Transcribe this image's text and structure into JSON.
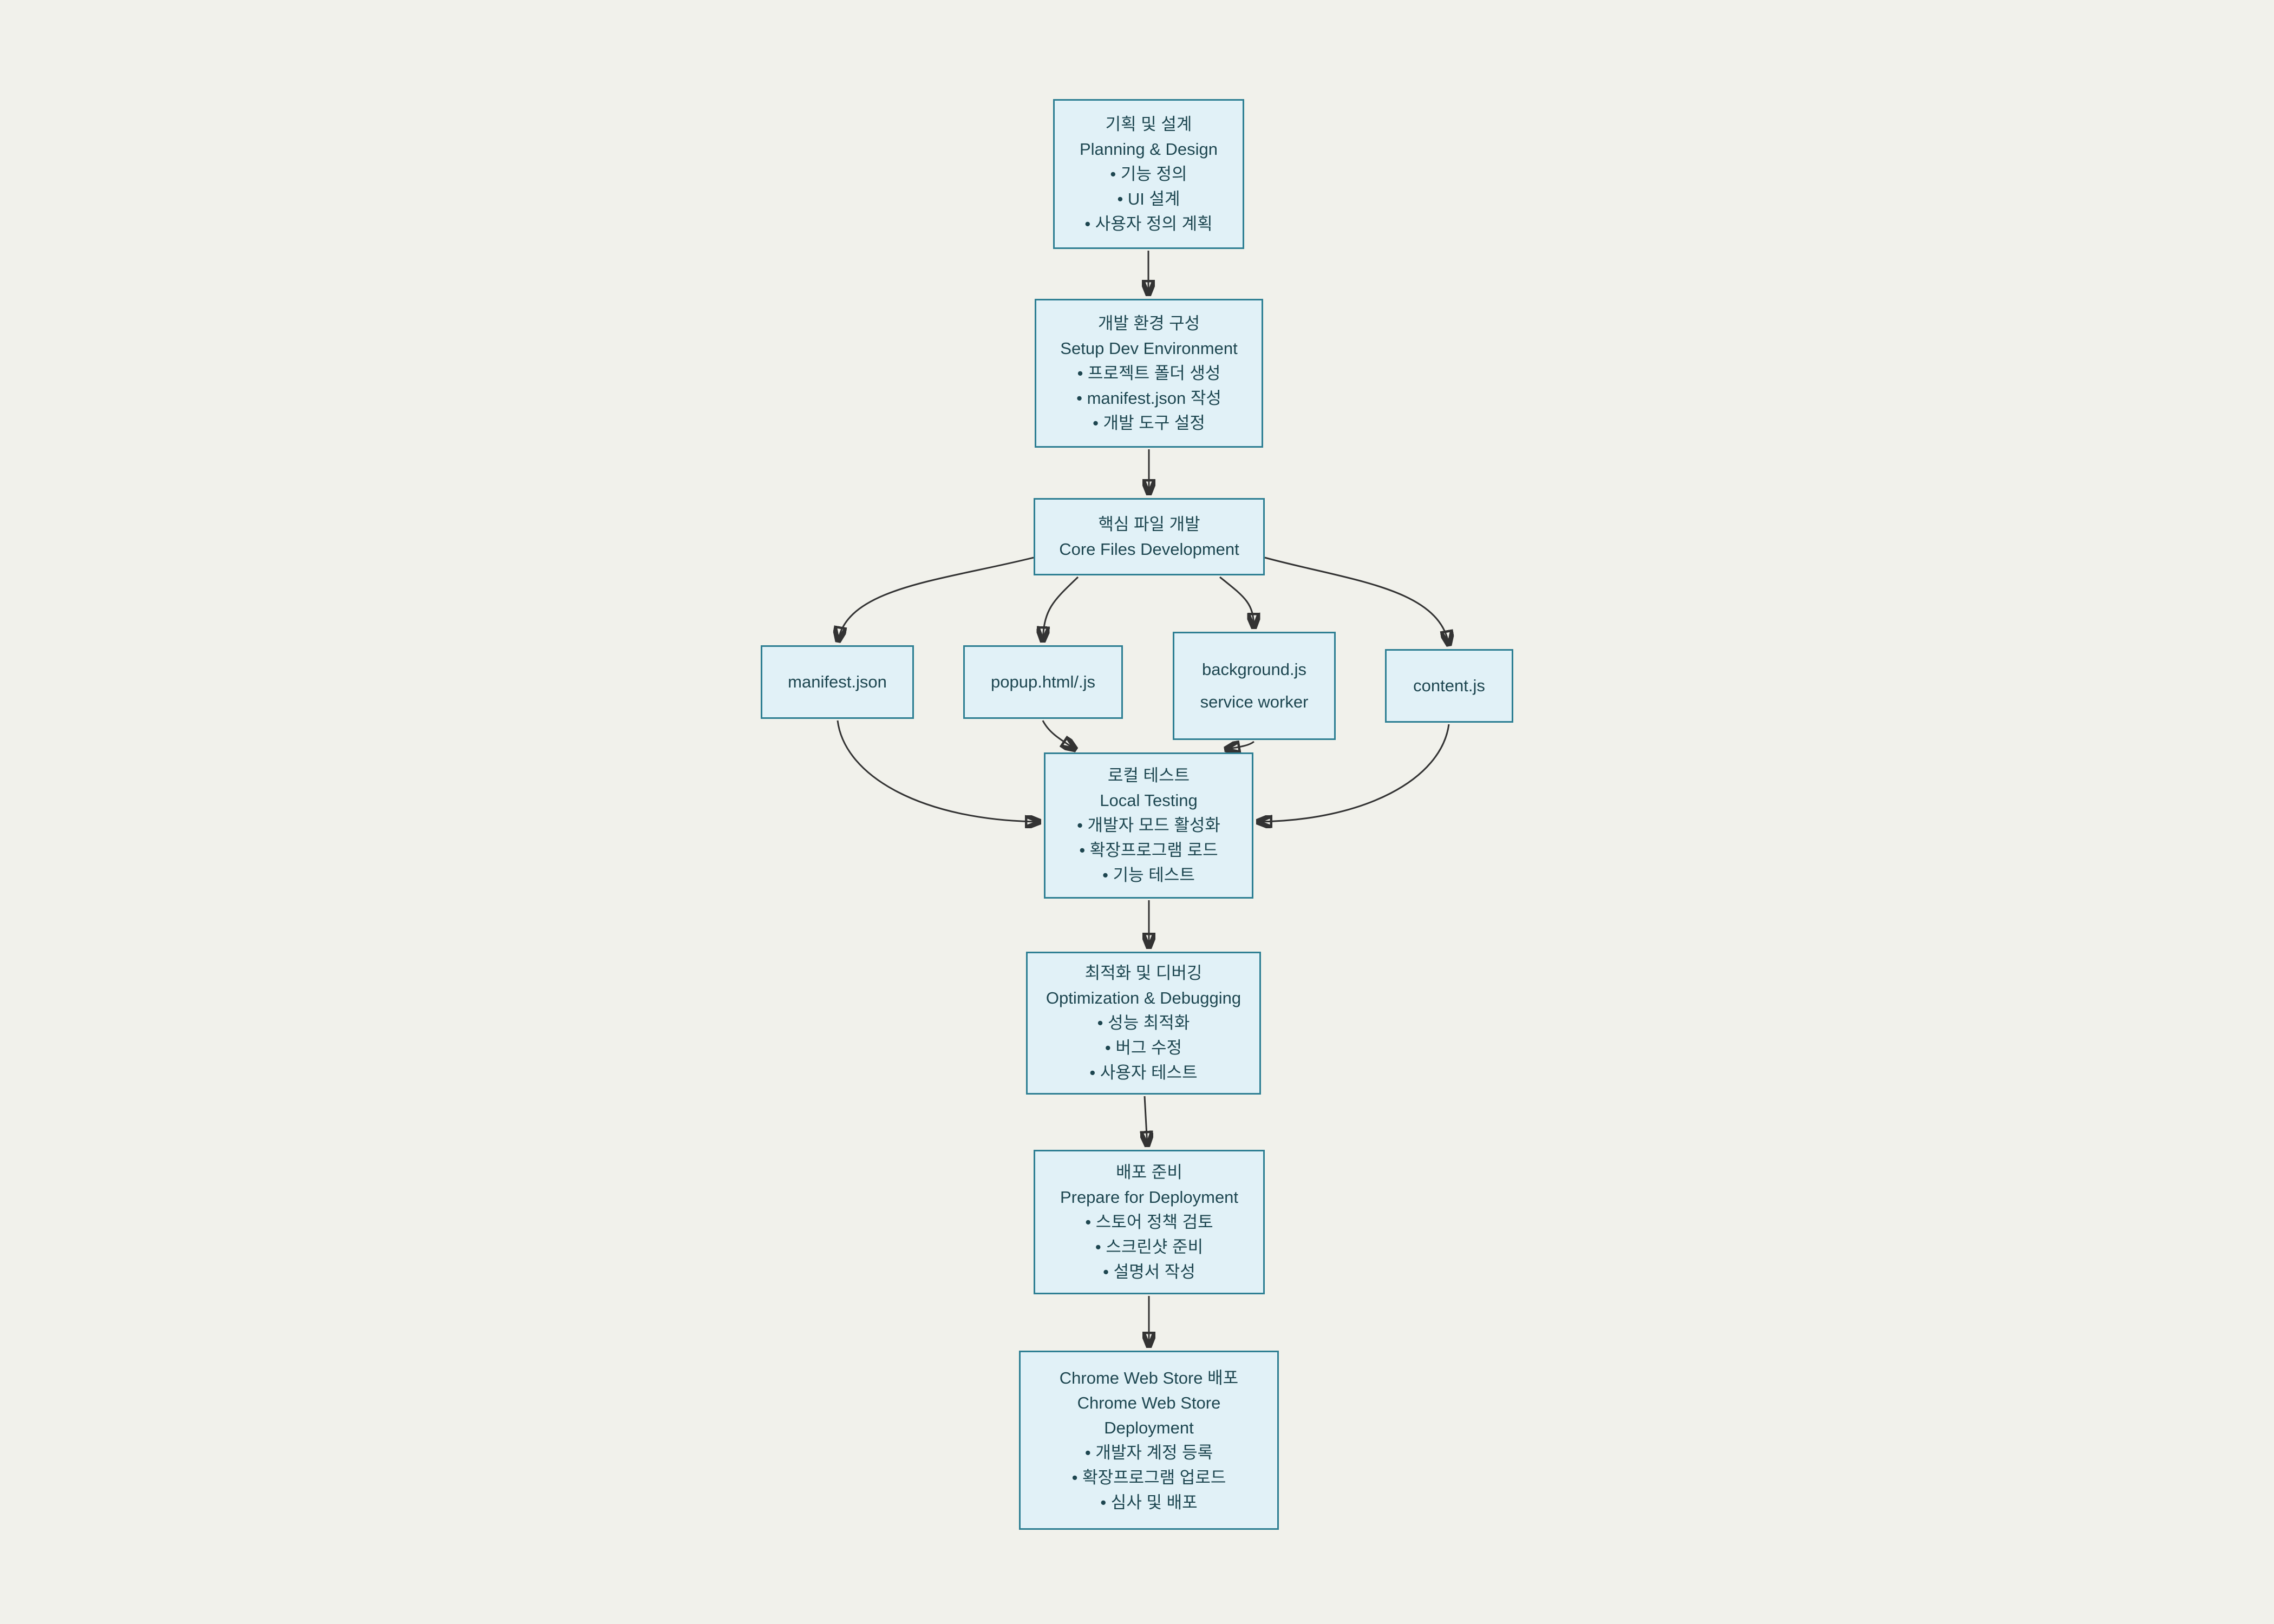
{
  "diagram": {
    "title": "Chrome extension development flowchart",
    "colors": {
      "background": "#f1f1eb",
      "node_fill": "#e1f1f7",
      "node_border": "#2e7f93",
      "node_text": "#1d4650",
      "arrow": "#333333"
    },
    "nodes": {
      "planning": {
        "lines": [
          "기획 및 설계",
          "Planning & Design",
          "• 기능 정의",
          "• UI 설계",
          "• 사용자 정의 계획"
        ]
      },
      "setup": {
        "lines": [
          "개발 환경 구성",
          "Setup Dev Environment",
          "• 프로젝트 폴더 생성",
          "• manifest.json 작성",
          "• 개발 도구 설정"
        ]
      },
      "core": {
        "lines": [
          "핵심 파일 개발",
          "Core Files Development"
        ]
      },
      "manifest": {
        "lines": [
          "manifest.json"
        ]
      },
      "popup": {
        "lines": [
          "popup.html/.js"
        ]
      },
      "background_worker": {
        "lines": [
          "background.js",
          "service worker"
        ]
      },
      "content": {
        "lines": [
          "content.js"
        ]
      },
      "localtest": {
        "lines": [
          "로컬 테스트",
          "Local Testing",
          "• 개발자 모드 활성화",
          "• 확장프로그램 로드",
          "• 기능 테스트"
        ]
      },
      "optimization": {
        "lines": [
          "최적화 및 디버깅",
          "Optimization & Debugging",
          "• 성능 최적화",
          "• 버그 수정",
          "• 사용자 테스트"
        ]
      },
      "prepare": {
        "lines": [
          "배포 준비",
          "Prepare for Deployment",
          "• 스토어 정책 검토",
          "• 스크린샷 준비",
          "• 설명서 작성"
        ]
      },
      "deploy": {
        "lines": [
          "Chrome Web Store 배포",
          "Chrome Web Store",
          "Deployment",
          "• 개발자 계정 등록",
          "• 확장프로그램 업로드",
          "• 심사 및 배포"
        ]
      }
    }
  }
}
